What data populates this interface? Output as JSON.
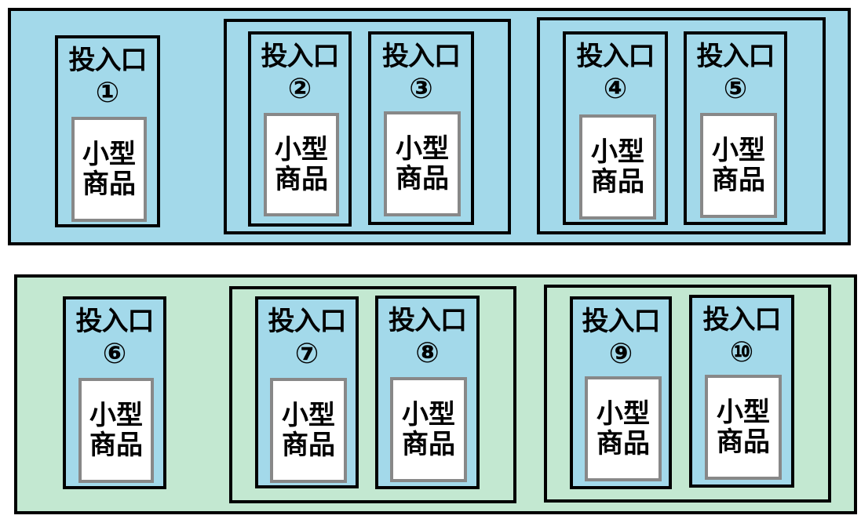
{
  "colors": {
    "top_panel": "#a3d9ea",
    "bottom_panel": "#c3e8d1",
    "slot": "#a3d9ea",
    "item_box_border": "#888888"
  },
  "slots": [
    {
      "label": "投入口",
      "number": "①",
      "item": "小型商品"
    },
    {
      "label": "投入口",
      "number": "②",
      "item": "小型商品"
    },
    {
      "label": "投入口",
      "number": "③",
      "item": "小型商品"
    },
    {
      "label": "投入口",
      "number": "④",
      "item": "小型商品"
    },
    {
      "label": "投入口",
      "number": "⑤",
      "item": "小型商品"
    },
    {
      "label": "投入口",
      "number": "⑥",
      "item": "小型商品"
    },
    {
      "label": "投入口",
      "number": "⑦",
      "item": "小型商品"
    },
    {
      "label": "投入口",
      "number": "⑧",
      "item": "小型商品"
    },
    {
      "label": "投入口",
      "number": "⑨",
      "item": "小型商品"
    },
    {
      "label": "投入口",
      "number": "⑩",
      "item": "小型商品"
    }
  ]
}
